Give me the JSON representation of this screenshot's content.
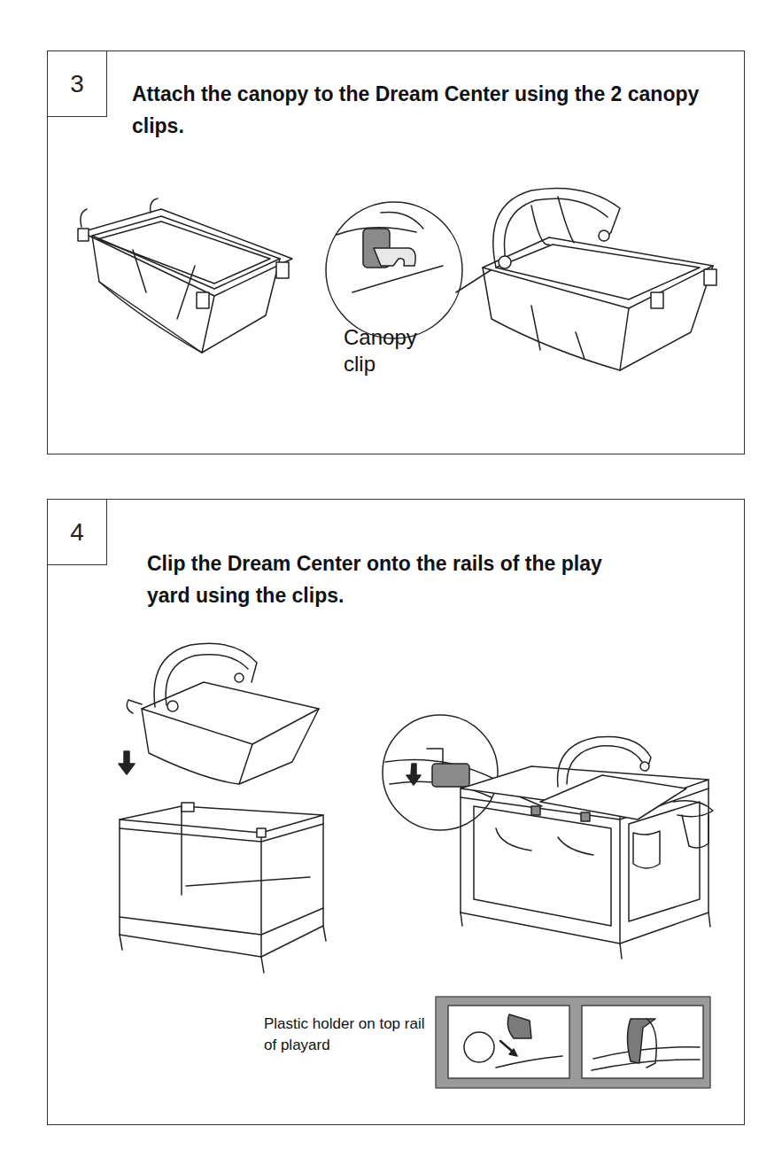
{
  "diagram": {
    "nodes": [
      {
        "text": [
          "Attach the canopy to the Dream Center using the 2 canopy clips."
        ]
      },
      {
        "text": [
          "3"
        ],
        "in": 0
      },
      {
        "text": [
          "Clip the Dream Center onto the rails of the play yard using the clips."
        ]
      },
      {
        "text": [
          "4"
        ],
        "in": 2
      }
    ],
    "labels": [
      "Canopy clip",
      "Plastic holder on top rail of playard"
    ]
  }
}
